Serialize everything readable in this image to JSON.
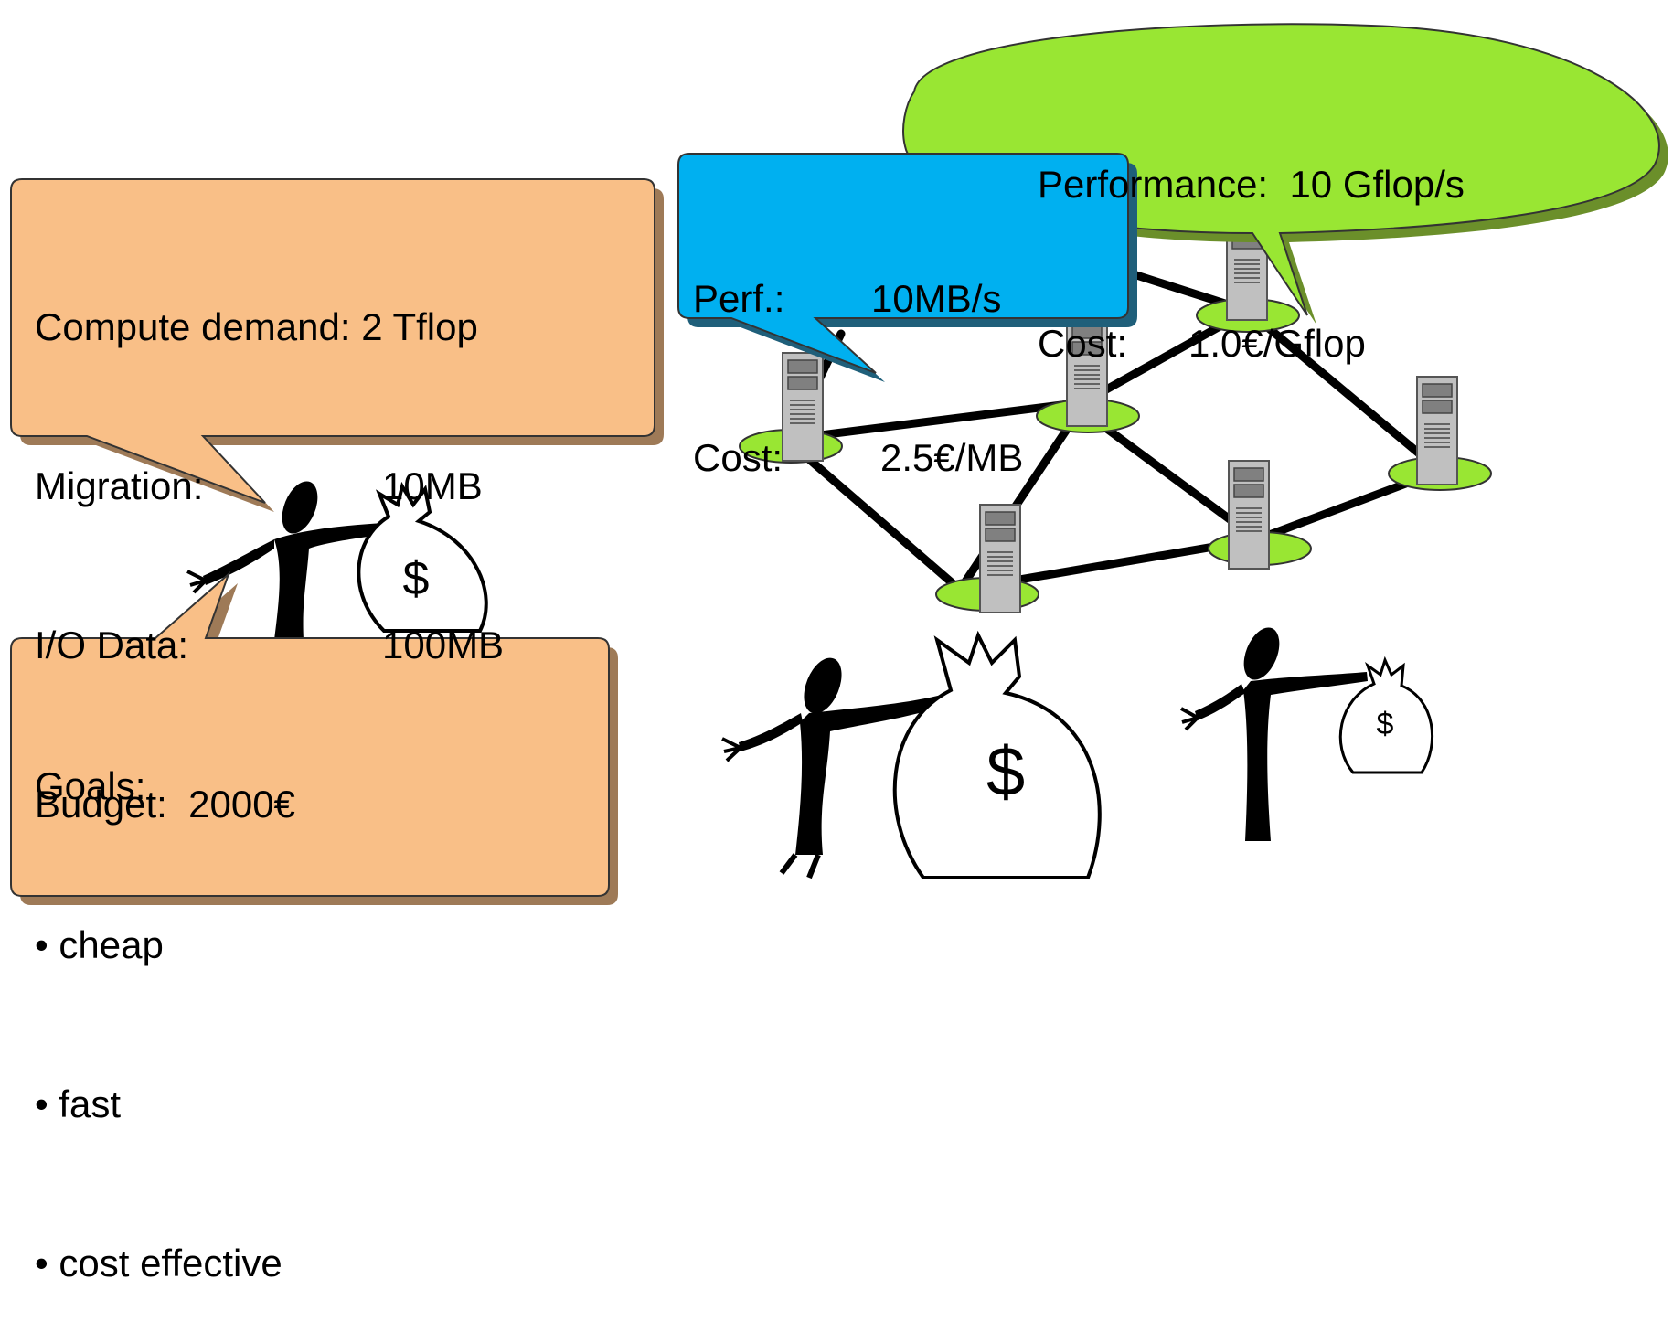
{
  "user_box": {
    "compute_label": "Compute demand: 2 Tflop",
    "migration_label": "Migration:",
    "migration_value": "10MB",
    "io_label": "I/O Data:",
    "io_value": "100MB",
    "budget_label": "Budget:  2000€"
  },
  "goals_box": {
    "title": "Goals:",
    "items": [
      "• cheap",
      "• fast",
      "• cost effective"
    ]
  },
  "network_box": {
    "perf_label": "Perf.:",
    "perf_value": "10MB/s",
    "cost_label": "Cost:",
    "cost_value": "2.5€/MB"
  },
  "compute_bubble": {
    "performance_line": "Performance:  10 Gflop/s",
    "cost_label": "Cost:",
    "cost_value": "1.0€/Gflop"
  },
  "icons": {
    "money_bag": "$"
  },
  "colors": {
    "user_box_fill": "#f9bf87",
    "network_box_fill": "#00b0f0",
    "bubble_fill": "#99e633",
    "node_fill": "#99e633",
    "server_fill": "#c0c0c0",
    "link_color": "#000000"
  }
}
